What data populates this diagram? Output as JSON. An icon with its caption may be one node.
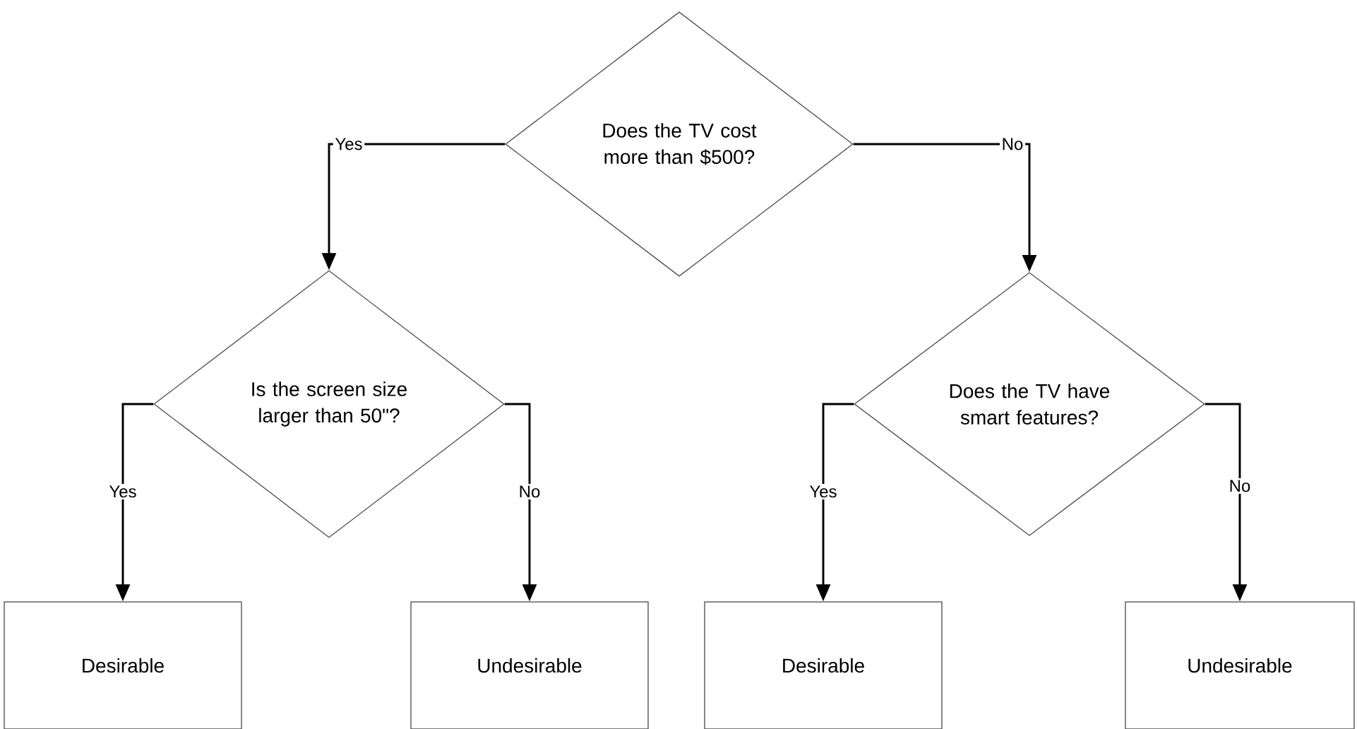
{
  "diagram": {
    "nodes": [
      {
        "text": [
          "Does the TV cost more than $500?"
        ]
      },
      {
        "text": [
          "Is the screen size larger than 50\"?"
        ]
      },
      {
        "text": [
          "Does the TV have smart features?"
        ]
      },
      {
        "text": [
          "Desirable"
        ]
      },
      {
        "text": [
          "Undesirable"
        ]
      },
      {
        "text": [
          "Desirable"
        ]
      },
      {
        "text": [
          "Undesirable"
        ]
      }
    ],
    "edges": [
      {
        "from": 0,
        "to": 1,
        "arrow": "to",
        "label": "Yes"
      },
      {
        "from": 0,
        "to": 2,
        "arrow": "to",
        "label": "No"
      },
      {
        "from": 1,
        "to": 3,
        "arrow": "to",
        "label": "Yes"
      },
      {
        "from": 1,
        "to": 4,
        "arrow": "to",
        "label": "No"
      },
      {
        "from": 2,
        "to": 5,
        "arrow": "to",
        "label": "Yes"
      },
      {
        "from": 2,
        "to": 6,
        "arrow": "to",
        "label": "No"
      }
    ]
  }
}
